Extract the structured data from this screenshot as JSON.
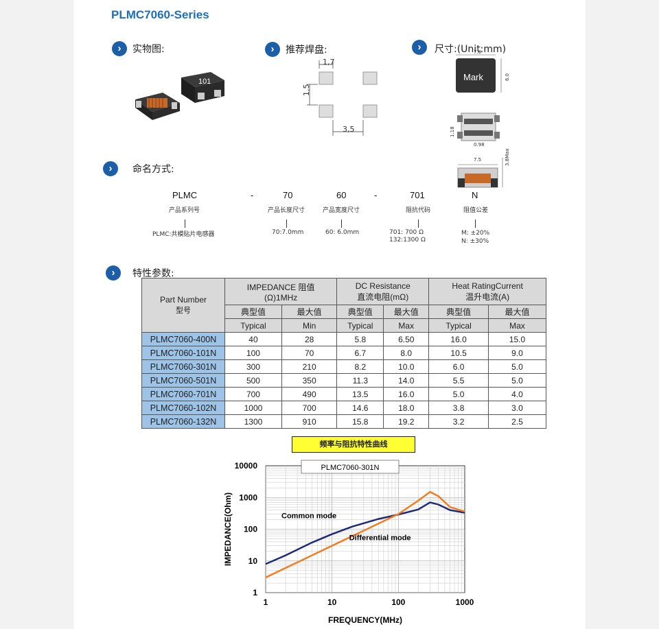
{
  "title": "PLMC7060-Series",
  "sections": {
    "photo": "实物图:",
    "pad": "推荐焊盘:",
    "size": "尺寸:(Unit:mm)",
    "naming": "命名方式:",
    "specs": "特性参数:"
  },
  "photo": {
    "part_mark": "101"
  },
  "pad": {
    "w": "1,7",
    "gap": "1,5",
    "pitch": "3,5"
  },
  "dims": {
    "len": "7.0",
    "height": "6.0",
    "mark": "Mark",
    "d1": "1.18",
    "d2": "0.98",
    "d3": "7.5",
    "d4": "3.8Max"
  },
  "naming": {
    "codes": [
      "PLMC",
      "-",
      "70",
      "60",
      "-",
      "701",
      "N"
    ],
    "labels": [
      "产品系列号",
      "产品长度尺寸",
      "产品宽度尺寸",
      "阻抗代码",
      "阻值公差"
    ],
    "desc": {
      "series": "PLMC:共模贴片电感器",
      "length": "70:7.0mm",
      "width": "60: 6.0mm",
      "imp1": "701: 700 Ω",
      "imp2": "132:1300 Ω",
      "tol1": "M: ±20%",
      "tol2": "N: ±30%"
    }
  },
  "table": {
    "part_number": "Part Number",
    "model": "型号",
    "groups": [
      {
        "l1": "IMPEDANCE 阻值",
        "l2": "(Ω)1MHz"
      },
      {
        "l1": "DC Resistance",
        "l2": "直流电阻(mΩ)"
      },
      {
        "l1": "Heat RatingCurrent",
        "l2": "温升电流(A)"
      }
    ],
    "sub_cn": [
      "典型值",
      "最大值",
      "典型值",
      "最大值",
      "典型值",
      "最大值"
    ],
    "sub_en": [
      "Typical",
      "Min",
      "Typical",
      "Max",
      "Typical",
      "Max"
    ],
    "rows": [
      [
        "PLMC7060-400N",
        "40",
        "28",
        "5.8",
        "6.50",
        "16.0",
        "15.0"
      ],
      [
        "PLMC7060-101N",
        "100",
        "70",
        "6.7",
        "8.0",
        "10.5",
        "9.0"
      ],
      [
        "PLMC7060-301N",
        "300",
        "210",
        "8.2",
        "10.0",
        "6.0",
        "5.0"
      ],
      [
        "PLMC7060-501N",
        "500",
        "350",
        "11.3",
        "14.0",
        "5.5",
        "5.0"
      ],
      [
        "PLMC7060-701N",
        "700",
        "490",
        "13.5",
        "16.0",
        "5.0",
        "4.0"
      ],
      [
        "PLMC7060-102N",
        "1000",
        "700",
        "14.6",
        "18.0",
        "3.8",
        "3.0"
      ],
      [
        "PLMC7060-132N",
        "1300",
        "910",
        "15.8",
        "19.2",
        "3.2",
        "2.5"
      ]
    ]
  },
  "chart_title": "频率与阻抗特性曲线",
  "chart_data": {
    "type": "line",
    "title": "PLMC7060-301N",
    "xlabel": "FREQUENCY(MHz)",
    "ylabel": "IMPEDANCE(Ohm)",
    "x_scale": "log",
    "y_scale": "log",
    "xlim": [
      1,
      1000
    ],
    "ylim": [
      1,
      10000
    ],
    "xticks": [
      "1",
      "10",
      "100",
      "1000"
    ],
    "yticks": [
      "1",
      "10",
      "100",
      "1000",
      "10000"
    ],
    "grid": true,
    "series": [
      {
        "name": "Common mode",
        "color": "#1f2a7a",
        "x": [
          1,
          2,
          5,
          10,
          20,
          50,
          100,
          200,
          300,
          400,
          600,
          1000
        ],
        "y": [
          8,
          15,
          38,
          70,
          120,
          210,
          290,
          420,
          700,
          600,
          400,
          330
        ]
      },
      {
        "name": "Differential mode",
        "color": "#f47c20",
        "x": [
          1,
          2,
          5,
          10,
          20,
          50,
          100,
          200,
          300,
          400,
          600,
          1000
        ],
        "y": [
          3,
          6,
          15,
          30,
          60,
          150,
          300,
          800,
          1500,
          1100,
          500,
          360
        ]
      }
    ]
  }
}
